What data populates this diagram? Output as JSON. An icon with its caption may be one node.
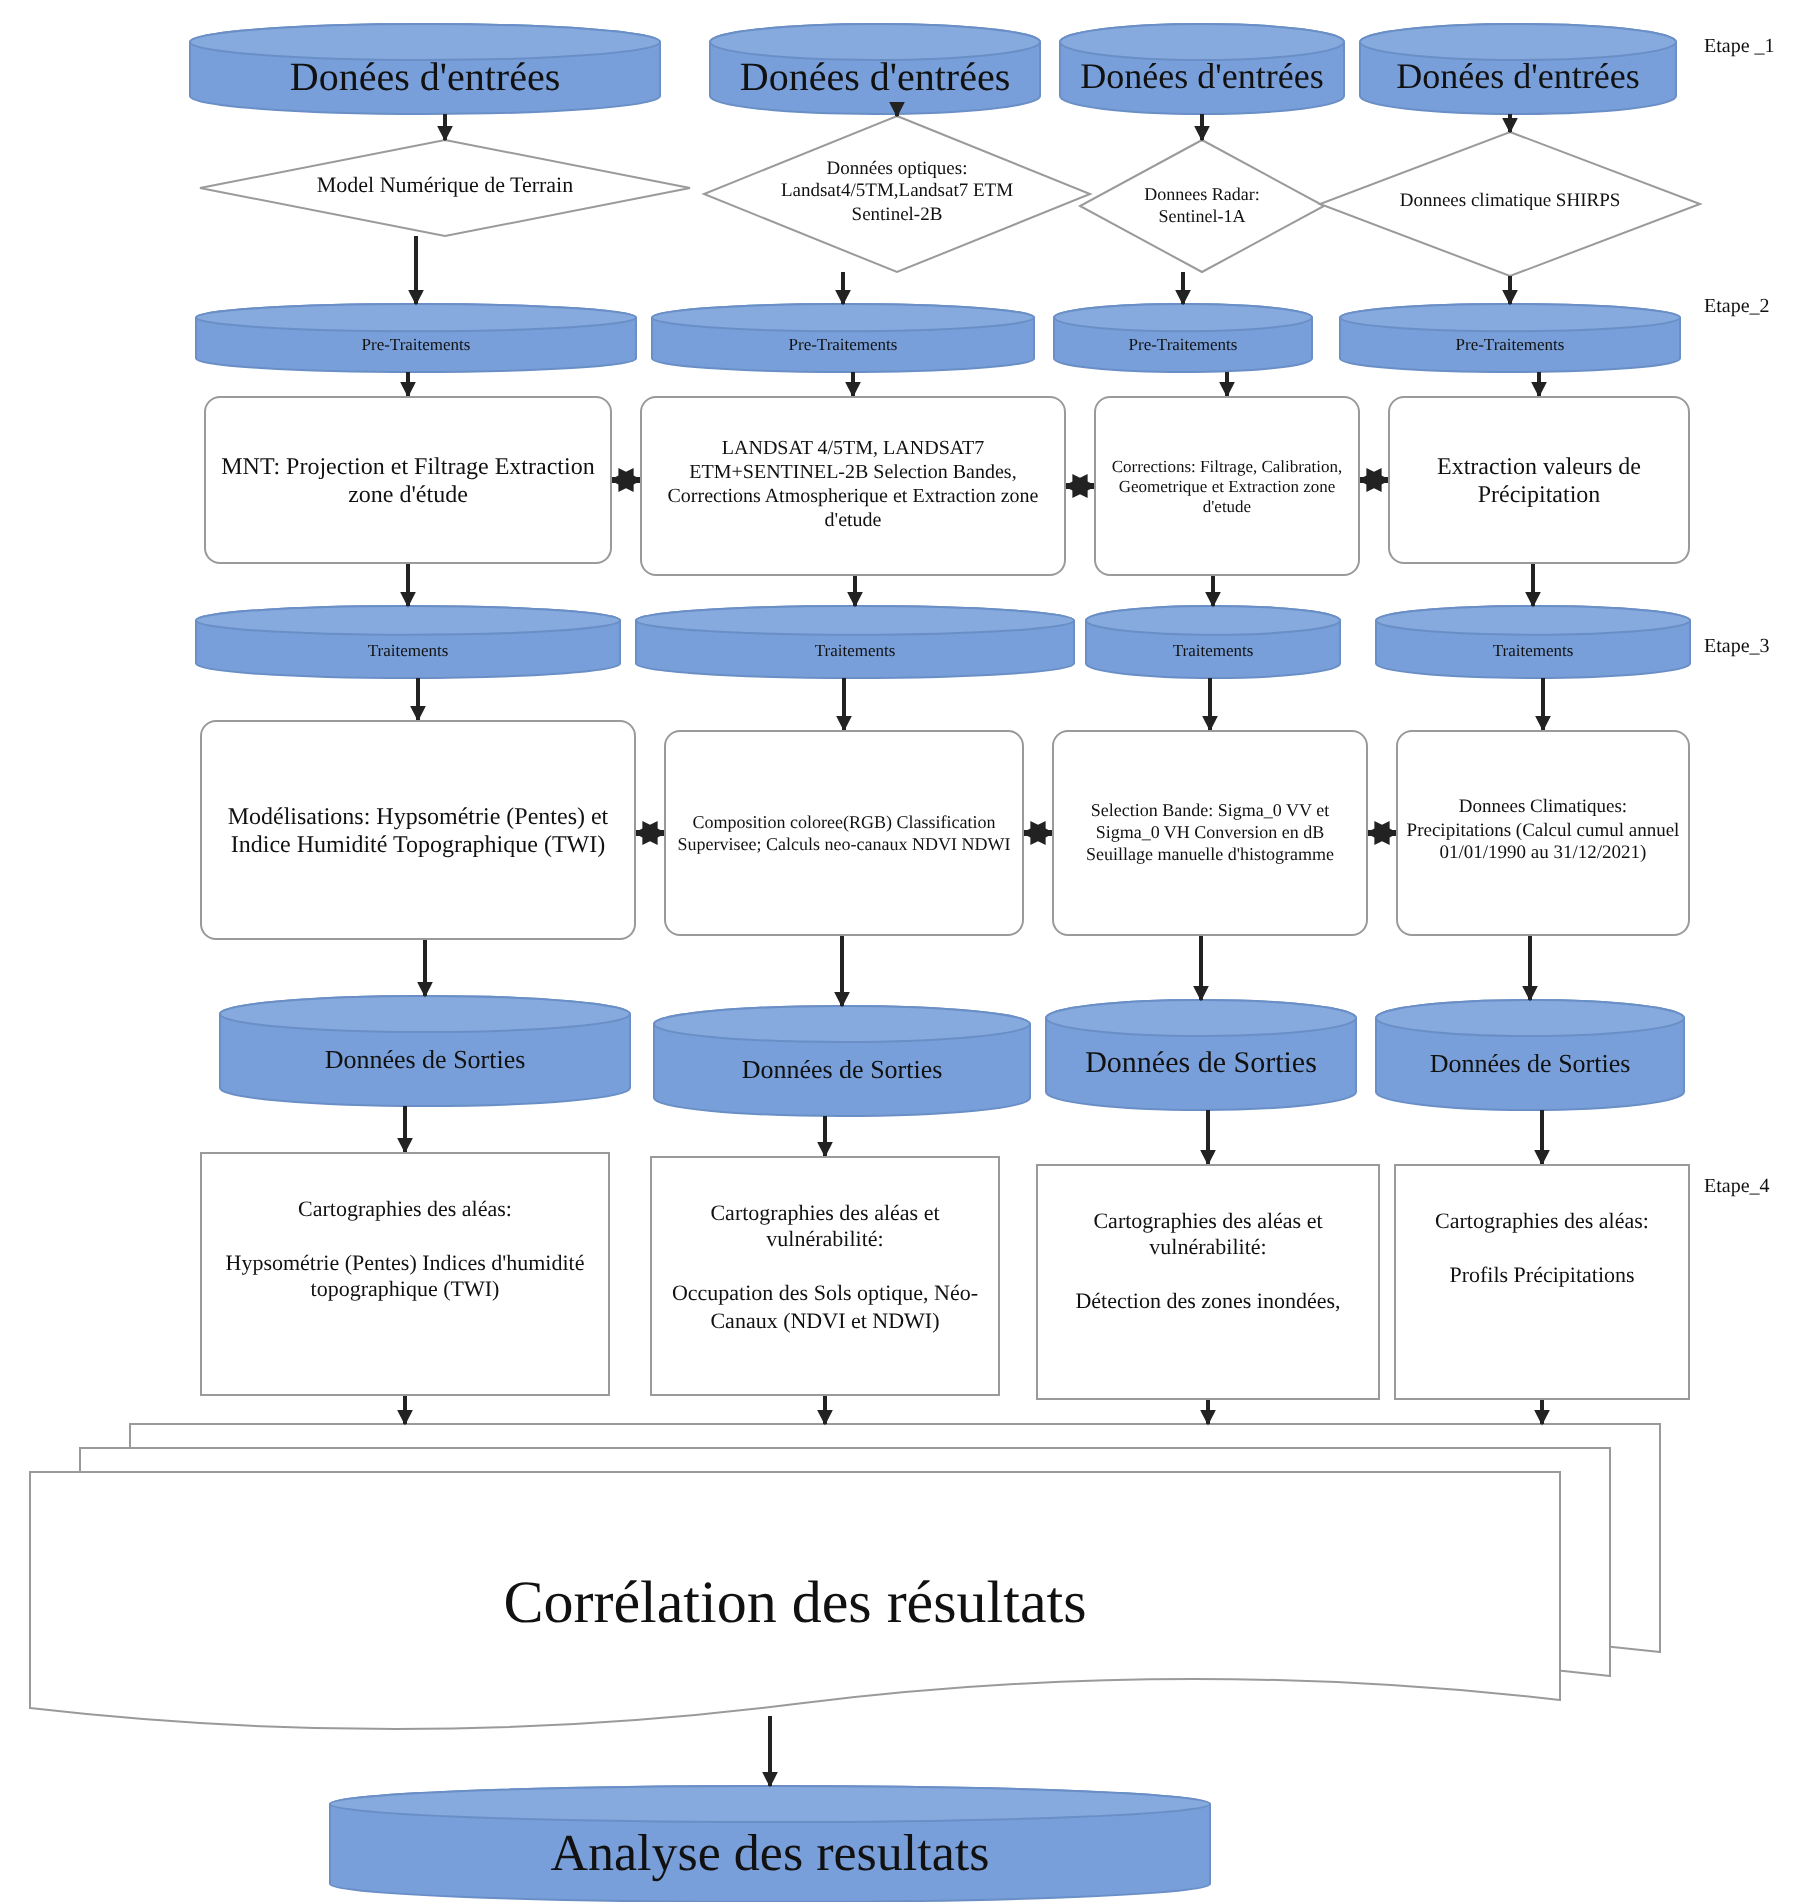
{
  "diagram": {
    "nodes": [
      {
        "text": [
          "Donées d'entrées"
        ]
      },
      {
        "text": [
          "Donées d'entrées"
        ]
      },
      {
        "text": [
          "Donées d'entrées"
        ]
      },
      {
        "text": [
          "Donées d'entrées"
        ]
      },
      {
        "text": [
          "Model Numérique de Terrain"
        ]
      },
      {
        "text": [
          "Données optiques: Landsat4/5TM,Landsat7 ETM Sentinel-2B"
        ]
      },
      {
        "text": [
          "Donnees Radar: Sentinel-1A"
        ]
      },
      {
        "text": [
          "Donnees climatique SHIRPS"
        ]
      },
      {
        "text": [
          "Pre-Traitements"
        ]
      },
      {
        "text": [
          "Pre-Traitements"
        ]
      },
      {
        "text": [
          "Pre-Traitements"
        ]
      },
      {
        "text": [
          "Pre-Traitements"
        ]
      },
      {
        "text": [
          "MNT: Projection et Filtrage Extraction zone d'étude"
        ]
      },
      {
        "text": [
          "LANDSAT 4/5TM, LANDSAT7 ETM+SENTINEL-2B Selection Bandes, Corrections Atmospherique et Extraction zone d'etude"
        ]
      },
      {
        "text": [
          "Corrections: Filtrage, Calibration, Geometrique et Extraction zone d'etude"
        ]
      },
      {
        "text": [
          "Extraction valeurs de Précipitation"
        ]
      },
      {
        "text": [
          "Traitements"
        ]
      },
      {
        "text": [
          "Traitements"
        ]
      },
      {
        "text": [
          "Traitements"
        ]
      },
      {
        "text": [
          "Traitements"
        ]
      },
      {
        "text": [
          "Modélisations: Hypsométrie (Pentes) et Indice Humidité Topographique (TWI)"
        ]
      },
      {
        "text": [
          "Composition coloree(RGB) Classification Supervisee; Calculs neo-canaux NDVI NDWI"
        ]
      },
      {
        "text": [
          "Selection Bande: Sigma_0 VV et Sigma_0 VH Conversion en dB Seuillage manuelle d'histogramme"
        ]
      },
      {
        "text": [
          "Donnees Climatiques: Precipitations (Calcul cumul annuel 01/01/1990 au 31/12/2021)"
        ]
      },
      {
        "text": [
          "Données de Sorties"
        ]
      },
      {
        "text": [
          "Données de Sorties"
        ]
      },
      {
        "text": [
          "Données de Sorties"
        ]
      },
      {
        "text": [
          "Données de Sorties"
        ]
      },
      {
        "text": [
          "Cartographies des aléas:",
          "Hypsométrie (Pentes) Indices d'humidité topographique (TWI)"
        ]
      },
      {
        "text": [
          "Cartographies des aléas et vulnérabilité:",
          "Occupation des Sols optique, Néo-Canaux (NDVI et NDWI)"
        ]
      },
      {
        "text": [
          "Cartographies des aléas et vulnérabilité:",
          "Détection des zones inondées,"
        ]
      },
      {
        "text": [
          "Cartographies des aléas:",
          "Profils Précipitations"
        ]
      },
      {
        "text": [
          "Corrélation des résultats"
        ]
      },
      {
        "text": [
          "Analyse des resultats"
        ]
      }
    ],
    "edges": [
      {
        "from": 0,
        "to": 4,
        "arrow": "to"
      },
      {
        "from": 1,
        "to": 5,
        "arrow": "to"
      },
      {
        "from": 2,
        "to": 6,
        "arrow": "to"
      },
      {
        "from": 3,
        "to": 7,
        "arrow": "to"
      },
      {
        "from": 4,
        "to": 8,
        "arrow": "to"
      },
      {
        "from": 5,
        "to": 9,
        "arrow": "to"
      },
      {
        "from": 6,
        "to": 10,
        "arrow": "to"
      },
      {
        "from": 7,
        "to": 11,
        "arrow": "to"
      },
      {
        "from": 8,
        "to": 12,
        "arrow": "to"
      },
      {
        "from": 9,
        "to": 13,
        "arrow": "to"
      },
      {
        "from": 10,
        "to": 14,
        "arrow": "to"
      },
      {
        "from": 11,
        "to": 15,
        "arrow": "to"
      },
      {
        "from": 12,
        "to": 13,
        "arrow": "both"
      },
      {
        "from": 13,
        "to": 14,
        "arrow": "both"
      },
      {
        "from": 14,
        "to": 15,
        "arrow": "both"
      },
      {
        "from": 12,
        "to": 16,
        "arrow": "to"
      },
      {
        "from": 13,
        "to": 17,
        "arrow": "to"
      },
      {
        "from": 14,
        "to": 18,
        "arrow": "to"
      },
      {
        "from": 15,
        "to": 19,
        "arrow": "to"
      },
      {
        "from": 16,
        "to": 20,
        "arrow": "to"
      },
      {
        "from": 17,
        "to": 21,
        "arrow": "to"
      },
      {
        "from": 18,
        "to": 22,
        "arrow": "to"
      },
      {
        "from": 19,
        "to": 23,
        "arrow": "to"
      },
      {
        "from": 20,
        "to": 21,
        "arrow": "both"
      },
      {
        "from": 21,
        "to": 22,
        "arrow": "both"
      },
      {
        "from": 22,
        "to": 23,
        "arrow": "both"
      },
      {
        "from": 20,
        "to": 24,
        "arrow": "to"
      },
      {
        "from": 21,
        "to": 25,
        "arrow": "to"
      },
      {
        "from": 22,
        "to": 26,
        "arrow": "to"
      },
      {
        "from": 23,
        "to": 27,
        "arrow": "to"
      },
      {
        "from": 24,
        "to": 28,
        "arrow": "to"
      },
      {
        "from": 25,
        "to": 29,
        "arrow": "to"
      },
      {
        "from": 26,
        "to": 30,
        "arrow": "to"
      },
      {
        "from": 27,
        "to": 31,
        "arrow": "to"
      },
      {
        "from": 28,
        "to": 32,
        "arrow": "to"
      },
      {
        "from": 29,
        "to": 32,
        "arrow": "to"
      },
      {
        "from": 30,
        "to": 32,
        "arrow": "to"
      },
      {
        "from": 31,
        "to": 32,
        "arrow": "to"
      },
      {
        "from": 32,
        "to": 33,
        "arrow": "to"
      }
    ],
    "labels": [
      "Etape _1",
      "Etape_2",
      "Etape_3",
      "Etape_4"
    ]
  }
}
